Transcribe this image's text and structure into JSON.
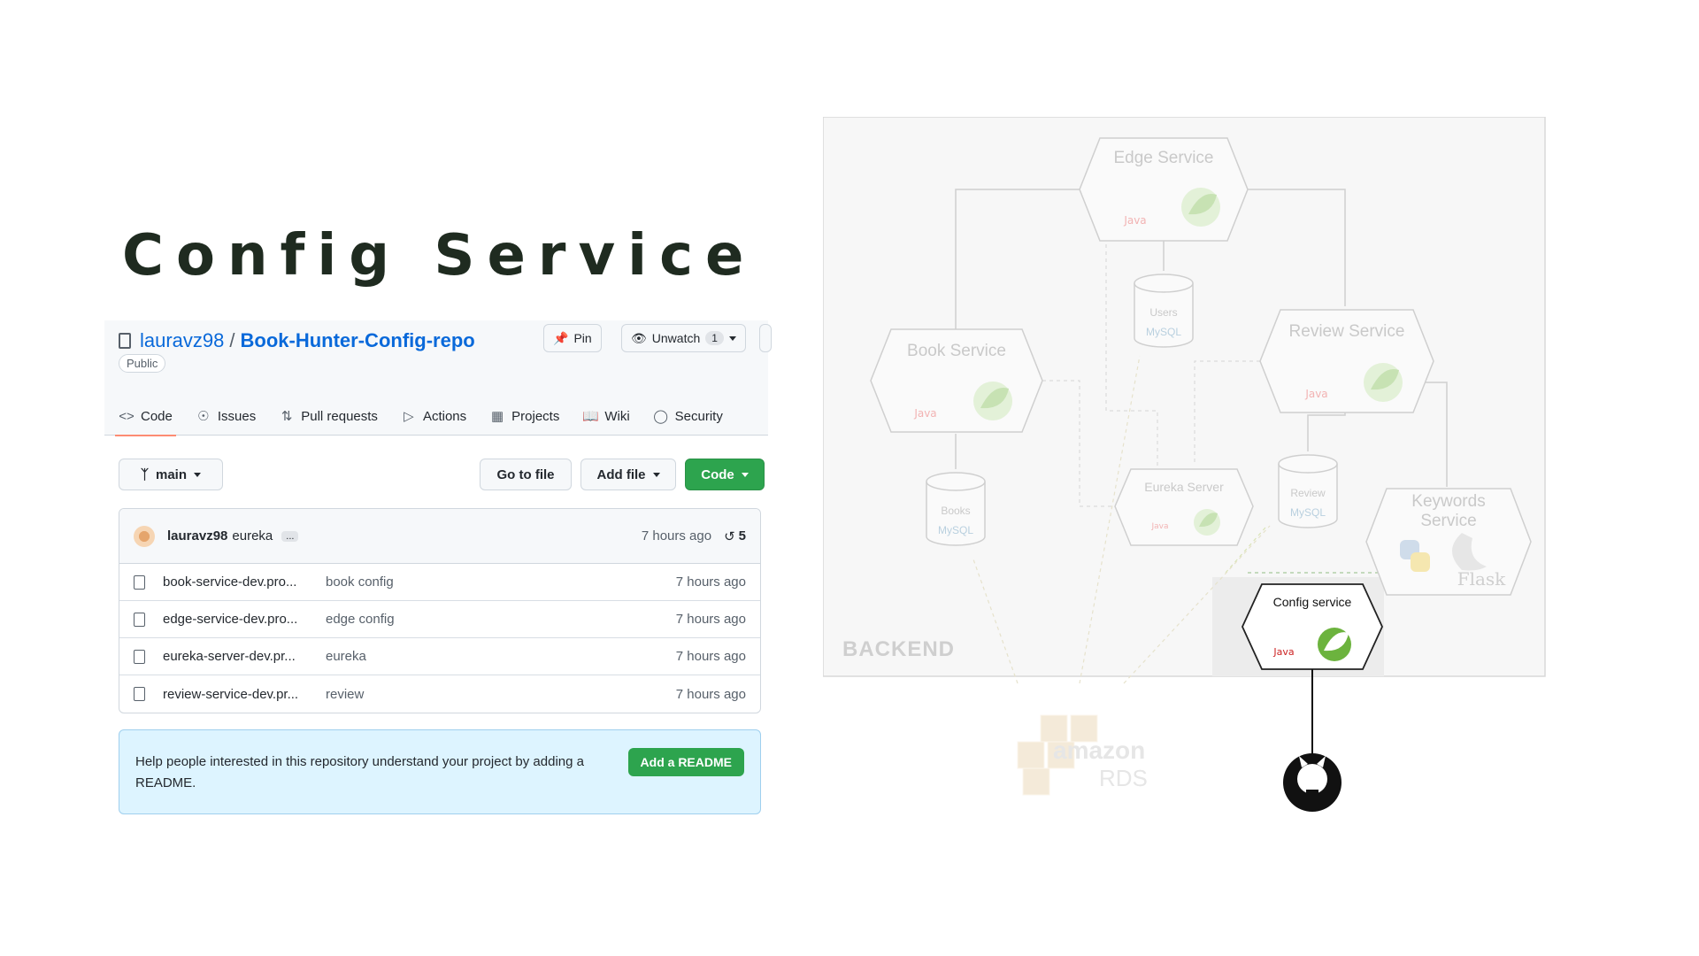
{
  "slide": {
    "title": "Config Service"
  },
  "github": {
    "owner": "lauravz98",
    "separator": "/",
    "repo": "Book-Hunter-Config-repo",
    "visibility": "Public",
    "pin_label": "Pin",
    "unwatch_label": "Unwatch",
    "watch_count": "1",
    "tabs": [
      {
        "label": "Code",
        "icon": "code-icon"
      },
      {
        "label": "Issues",
        "icon": "issue-icon"
      },
      {
        "label": "Pull requests",
        "icon": "pull-request-icon"
      },
      {
        "label": "Actions",
        "icon": "play-icon"
      },
      {
        "label": "Projects",
        "icon": "table-icon"
      },
      {
        "label": "Wiki",
        "icon": "book-icon"
      },
      {
        "label": "Security",
        "icon": "shield-icon"
      }
    ],
    "branch": "main",
    "go_to_file": "Go to file",
    "add_file": "Add file",
    "code_button": "Code",
    "commit": {
      "user": "lauravz98",
      "message": "eureka",
      "ellipsis": "...",
      "time": "7 hours ago",
      "count": "5"
    },
    "files": [
      {
        "name": "book-service-dev.pro...",
        "message": "book config",
        "time": "7 hours ago"
      },
      {
        "name": "edge-service-dev.pro...",
        "message": "edge config",
        "time": "7 hours ago"
      },
      {
        "name": "eureka-server-dev.pr...",
        "message": "eureka",
        "time": "7 hours ago"
      },
      {
        "name": "review-service-dev.pr...",
        "message": "review",
        "time": "7 hours ago"
      }
    ],
    "readme_text": "Help people interested in this repository understand your project by adding a README.",
    "readme_button": "Add a README"
  },
  "diagram": {
    "edge_service": "Edge Service",
    "book_service": "Book Service",
    "review_service": "Review Service",
    "eureka_server": "Eureka Server",
    "keywords_service": "Keywords Service",
    "config_service": "Config service",
    "db_users": "Users",
    "db_books": "Books",
    "db_review": "Review",
    "java_label": "Java",
    "mysql_label": "MySQL",
    "flask_label": "Flask",
    "backend_label": "BACKEND",
    "aws_label": "amazon",
    "rds_label": "RDS",
    "icons": [
      "java-icon",
      "spring-icon",
      "mysql-icon",
      "python-icon",
      "flask-icon",
      "aws-icon",
      "github-icon"
    ]
  }
}
